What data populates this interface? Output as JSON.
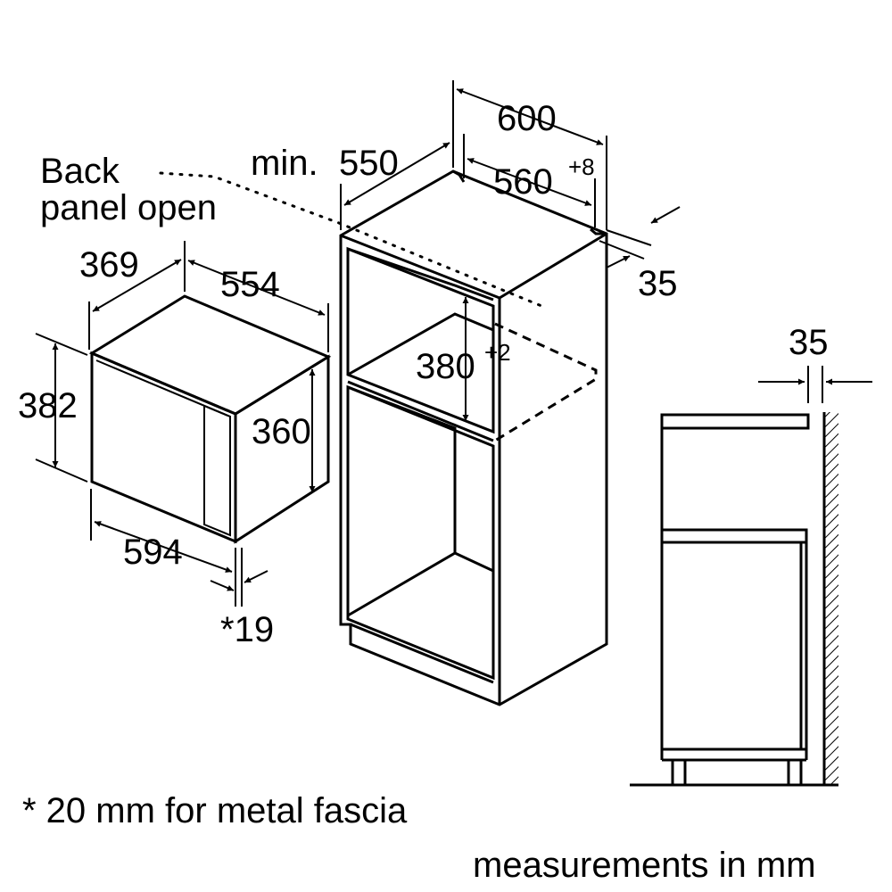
{
  "labels": {
    "back_panel_line1": "Back",
    "back_panel_line2": "panel open",
    "min_prefix": "min.",
    "d550": "550",
    "d600": "600",
    "d560": "560",
    "d560_sup": "+8",
    "d35_top": "35",
    "d369": "369",
    "d554": "554",
    "d382": "382",
    "d360": "360",
    "d380": "380",
    "d380_sup": "+2",
    "d594": "594",
    "d19": "*19",
    "d35_side": "35",
    "footnote": "* 20 mm for metal fascia",
    "units": "measurements in mm"
  }
}
